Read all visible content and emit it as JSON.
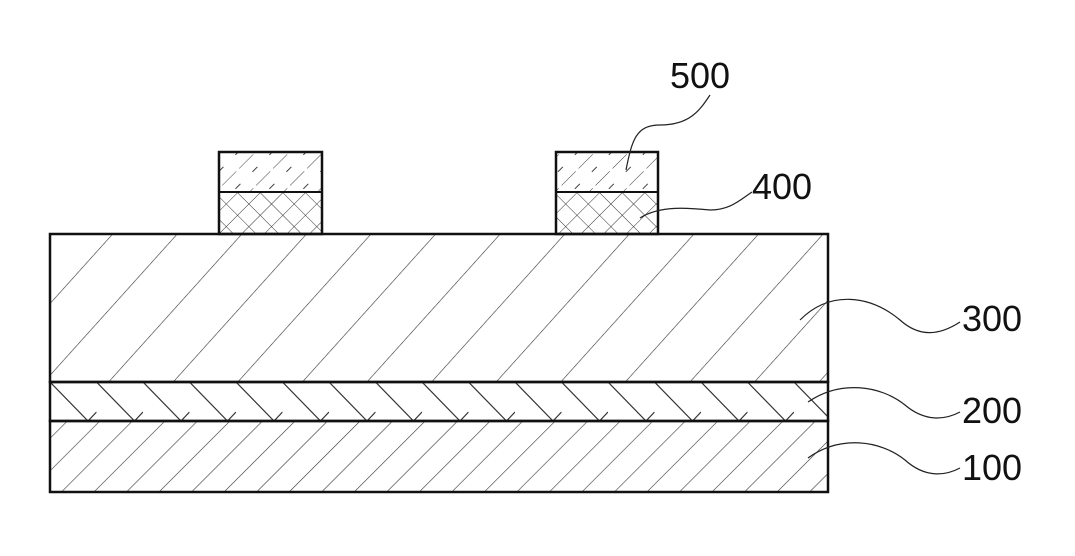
{
  "labels": {
    "layer_500": "500",
    "layer_400": "400",
    "layer_300": "300",
    "layer_200": "200",
    "layer_100": "100"
  },
  "colors": {
    "line": "#111111",
    "background": "#ffffff"
  }
}
